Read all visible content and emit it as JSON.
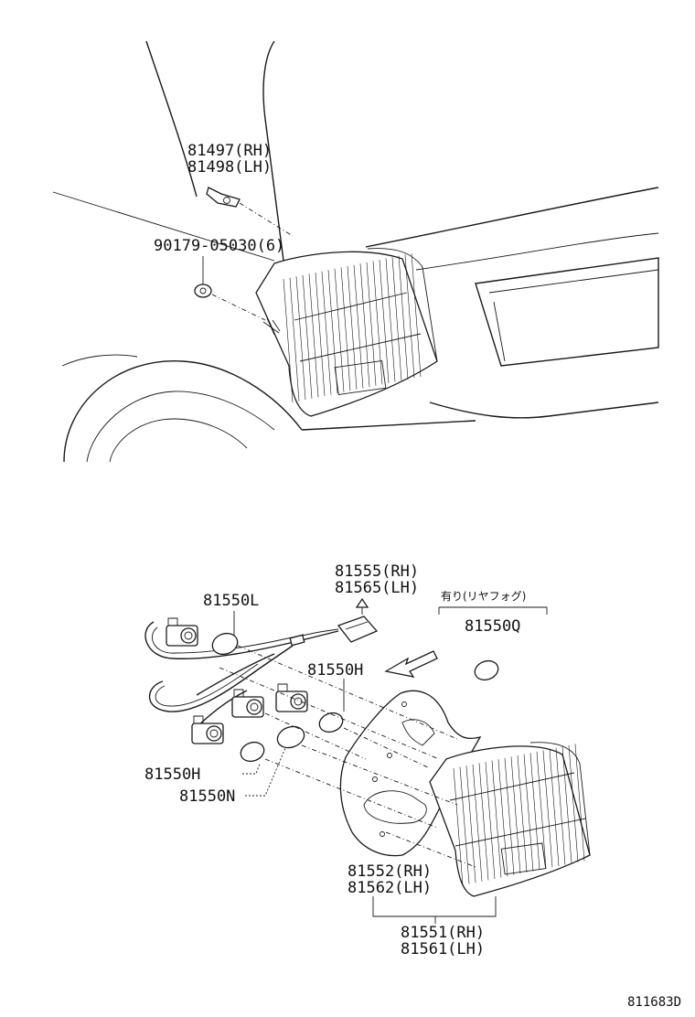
{
  "labels": {
    "clip_rh": "81497(RH)",
    "clip_lh": "81498(LH)",
    "nut": "90179-05030(6)",
    "socket_a": "81550L",
    "wire_rh": "81555(RH)",
    "wire_lh": "81565(LH)",
    "fog_note": "有り(リヤフォグ)",
    "bulb_q": "81550Q",
    "bulb_h_upper": "81550H",
    "bulb_h_lower": "81550H",
    "bulb_n": "81550N",
    "lens_rh": "81552(RH)",
    "lens_lh": "81562(LH)",
    "assy_rh": "81551(RH)",
    "assy_lh": "81561(LH)",
    "figure_code": "811683D"
  }
}
